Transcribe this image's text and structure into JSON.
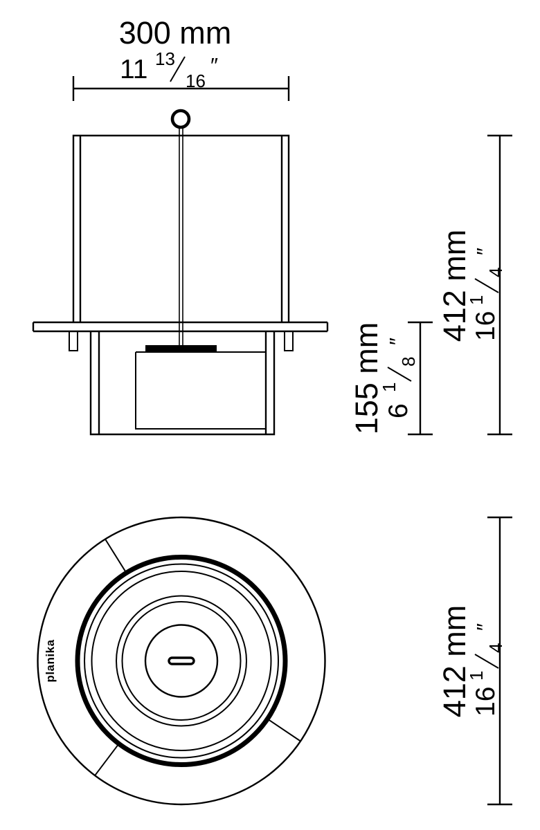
{
  "brand": "planika",
  "symbols": {
    "inch": "″"
  },
  "dimensions": {
    "width_top": {
      "mm": "300 mm",
      "whole": "11",
      "num": "13",
      "den": "16"
    },
    "recess_depth": {
      "mm": "155 mm",
      "whole": "6",
      "num": "1",
      "den": "8"
    },
    "total_height": {
      "mm": "412 mm",
      "whole": "16",
      "num": "1",
      "den": "4"
    },
    "diameter": {
      "mm": "412 mm",
      "whole": "16",
      "num": "1",
      "den": "4"
    }
  },
  "colors": {
    "line": "#000000",
    "background": "#ffffff"
  }
}
